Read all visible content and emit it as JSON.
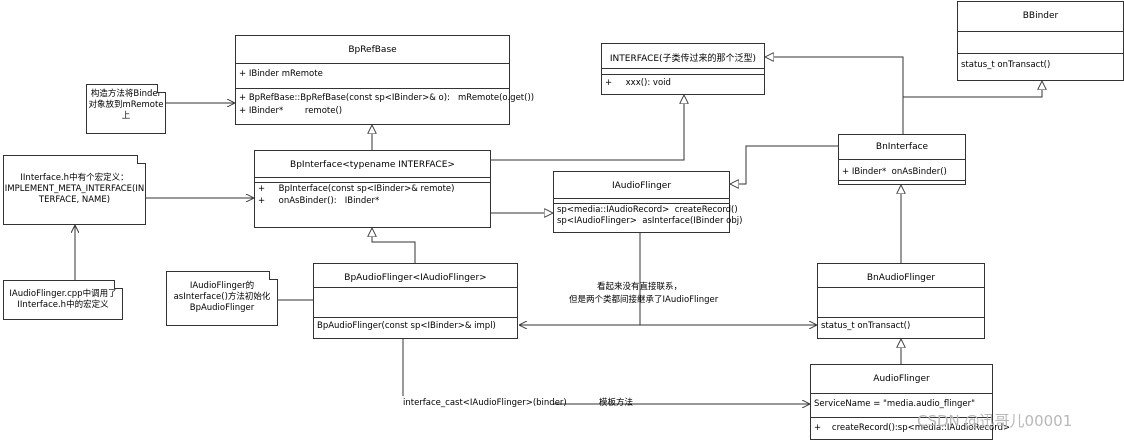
{
  "classes": {
    "bbinder": {
      "name": "BBinder",
      "attributes": [],
      "methods": [
        "status_t onTransact()"
      ]
    },
    "bprefbase": {
      "name": "BpRefBase",
      "attributes": [
        "+ IBinder mRemote"
      ],
      "methods": [
        "+ BpRefBase::BpRefBase(const sp<IBinder>& o):   mRemote(o.get())",
        "+ IBinder*        remote()"
      ]
    },
    "interface": {
      "name": "INTERFACE(子类传过来的那个泛型)",
      "attributes": [],
      "methods": [
        "+     xxx(): void"
      ]
    },
    "bninterface": {
      "name": "BnInterface",
      "attributes": [
        "+ IBinder*  onAsBinder()"
      ],
      "methods": []
    },
    "bpinterface": {
      "name": "BpInterface<typename INTERFACE>",
      "attributes": [],
      "methods": [
        "+     BpInterface(const sp<IBinder>& remote)",
        "+     onAsBinder():   IBinder*"
      ]
    },
    "iaudioflinger": {
      "name": "IAudioFlinger",
      "attributes": [],
      "methods": [
        "sp<media::IAudioRecord>  createRecord()",
        "sp<IAudioFlinger>  asInterface(IBinder obj)"
      ]
    },
    "bpaudioflinger": {
      "name": "BpAudioFlinger<IAudioFlinger>",
      "attributes": [],
      "methods": [
        "BpAudioFlinger(const sp<IBinder>& impl)"
      ]
    },
    "bnaudioflinger": {
      "name": "BnAudioFlinger",
      "attributes": [],
      "methods": [
        "status_t onTransact()"
      ]
    },
    "audioflinger": {
      "name": "AudioFlinger",
      "attributes": [
        "ServiceName = \"media.audio_flinger\""
      ],
      "methods": [
        "+    createRecord():sp<media::IAudioRecord>"
      ]
    }
  },
  "notes": {
    "binder_note": [
      "构造方法将Binder",
      "对象放到mRemote",
      "上"
    ],
    "iinterface_note": [
      "IInterface.h中有个宏定义：",
      "IMPLEMENT_META_INTERFACE(IN",
      "TERFACE, NAME)"
    ],
    "cpp_note": [
      "IAudioFlinger.cpp中调用了",
      "IInterface.h中的宏定义"
    ],
    "asinterface_note": [
      "IAudioFlinger的",
      "asInterface()方法初始化",
      "BpAudioFlinger"
    ]
  },
  "labels": {
    "relation_line1": "看起来没有直接联系，",
    "relation_line2": "但是两个类都间接继承了IAudioFlinger",
    "interface_cast": "interface_cast<IAudioFlinger>(binder)",
    "template_method": "模板方法"
  },
  "watermark": "CSDN @迅哥儿00001"
}
